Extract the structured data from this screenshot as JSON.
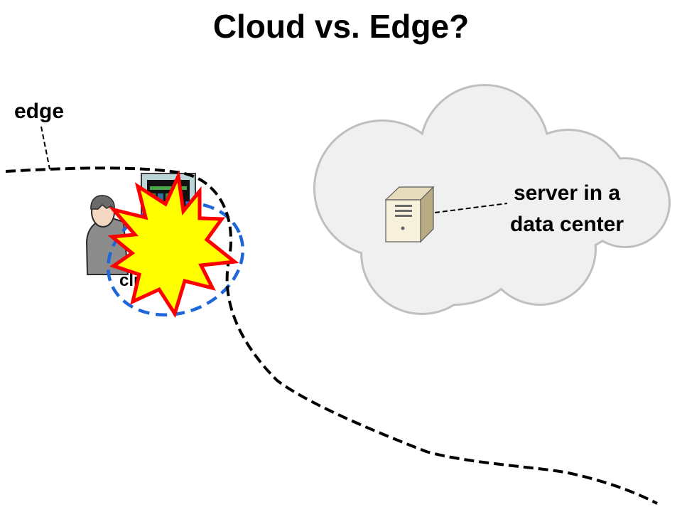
{
  "title": "Cloud vs. Edge?",
  "labels": {
    "edge": "edge",
    "server": "server in a data center",
    "client": "client"
  },
  "icons": {
    "cloud": "cloud-icon",
    "server": "server-tower-icon",
    "person": "person-at-desk-icon",
    "explosion": "explosion-burst-icon"
  },
  "colors": {
    "edge_line": "#000000",
    "client_ring": "#1f66d9",
    "explosion_fill": "#ffff00",
    "explosion_stroke": "#ff0000",
    "cloud_fill": "#f0f0f0",
    "cloud_stroke": "#bfbfbf"
  }
}
